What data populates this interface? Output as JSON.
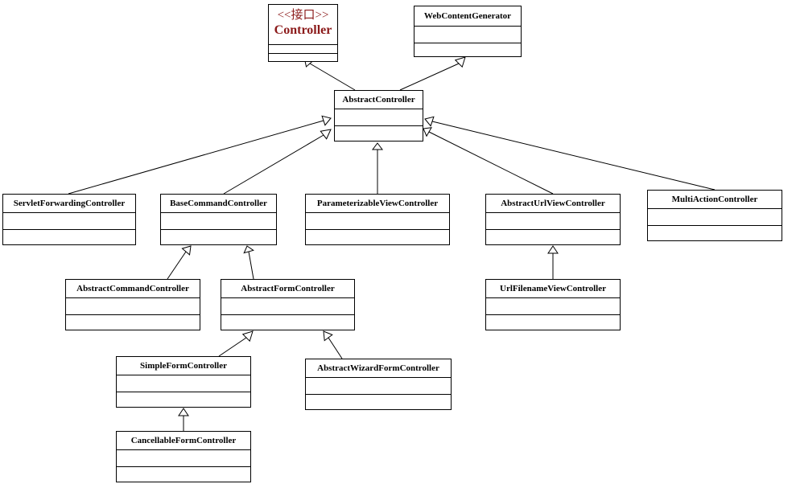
{
  "interface": {
    "stereotype": "<<接口>>",
    "name": "Controller"
  },
  "classes": {
    "web_content_generator": "WebContentGenerator",
    "abstract_controller": "AbstractController",
    "servlet_forwarding_controller": "ServletForwardingController",
    "base_command_controller": "BaseCommandController",
    "parameterizable_view_controller": "ParameterizableViewController",
    "abstract_url_view_controller": "AbstractUrlViewController",
    "multi_action_controller": "MultiActionController",
    "abstract_command_controller": "AbstractCommandController",
    "abstract_form_controller": "AbstractFormController",
    "url_filename_view_controller": "UrlFilenameViewController",
    "simple_form_controller": "SimpleFormController",
    "abstract_wizard_form_controller": "AbstractWizardFormController",
    "cancellable_form_controller": "CancellableFormController"
  }
}
